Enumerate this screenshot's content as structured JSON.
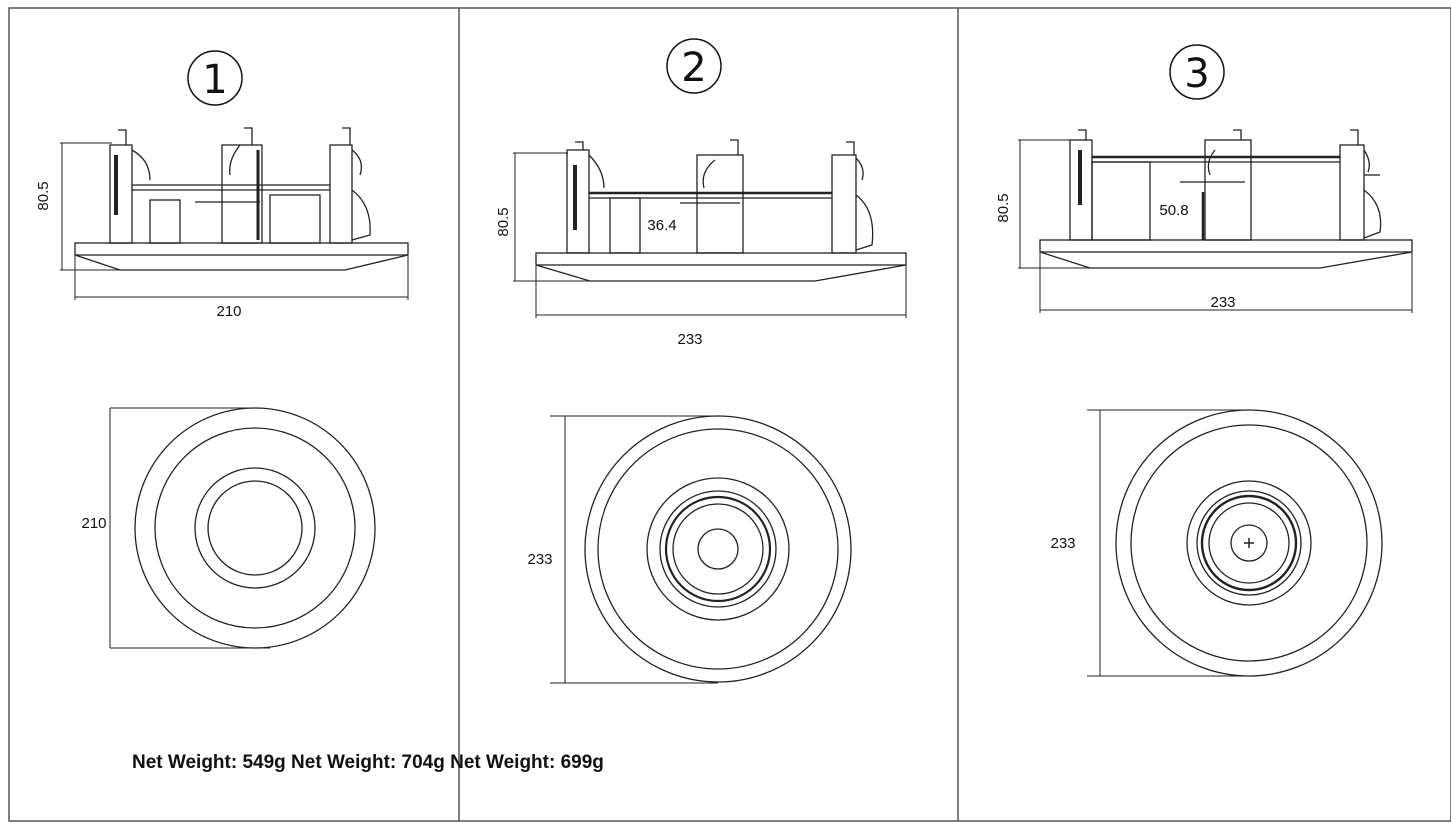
{
  "panels": [
    {
      "number": "1",
      "side_height": "80.5",
      "side_width": "210",
      "inner_dim": "",
      "top_diameter": "210"
    },
    {
      "number": "2",
      "side_height": "80.5",
      "side_width": "233",
      "inner_dim": "36.4",
      "top_diameter": "233"
    },
    {
      "number": "3",
      "side_height": "80.5",
      "side_width": "233",
      "inner_dim": "50.8",
      "top_diameter": "233"
    }
  ],
  "weights_caption": "Net Weight: 549g Net Weight: 704g Net Weight: 699g"
}
